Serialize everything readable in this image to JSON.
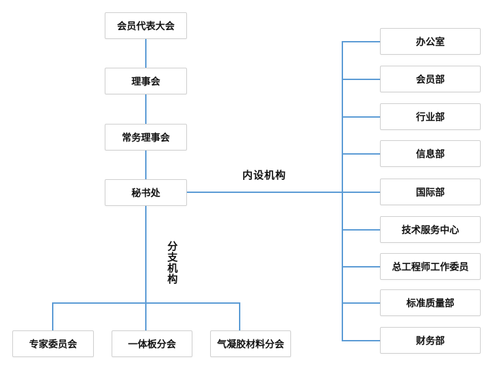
{
  "diagram": {
    "type": "org-chart",
    "hierarchy_chain": [
      "会员代表大会",
      "理事会",
      "常务理事会",
      "秘书处"
    ],
    "internal_label": "内设机构",
    "branch_label": "分支机构",
    "internal_departments": [
      "办公室",
      "会员部",
      "行业部",
      "信息部",
      "国际部",
      "技术服务中心",
      "总工程师工作委员",
      "标准质量部",
      "财务部"
    ],
    "branches": [
      "专家委员会",
      "一体板分会",
      "气凝胶材料分会"
    ],
    "colors": {
      "connector": "#5b9bd5",
      "box_border": "#cfcfcf",
      "box_fill": "#ffffff",
      "text": "#111111"
    }
  }
}
